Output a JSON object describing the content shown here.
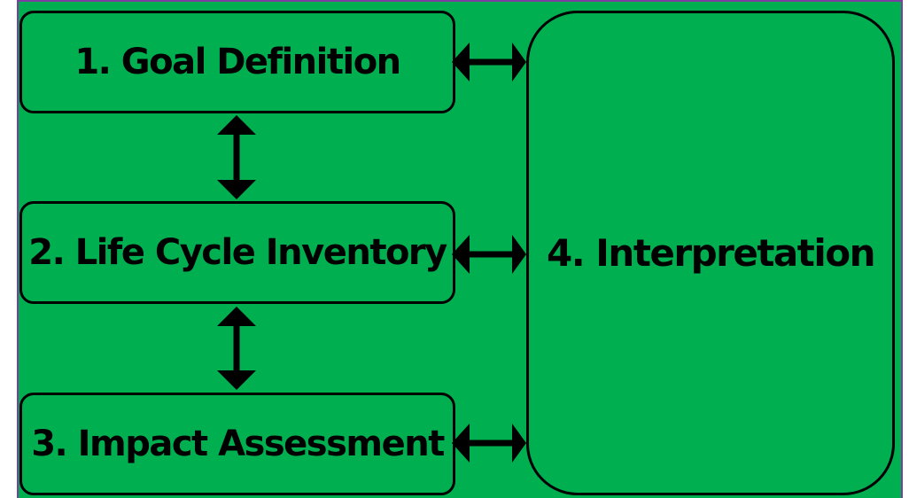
{
  "diagram": {
    "steps": [
      {
        "label": "1. Goal Definition"
      },
      {
        "label": "2. Life Cycle Inventory"
      },
      {
        "label": "3. Impact Assessment"
      },
      {
        "label": "4. Interpretation"
      }
    ],
    "colors": {
      "fill": "#00b050",
      "stroke": "#000000",
      "frame": "#7a3fa0"
    }
  }
}
